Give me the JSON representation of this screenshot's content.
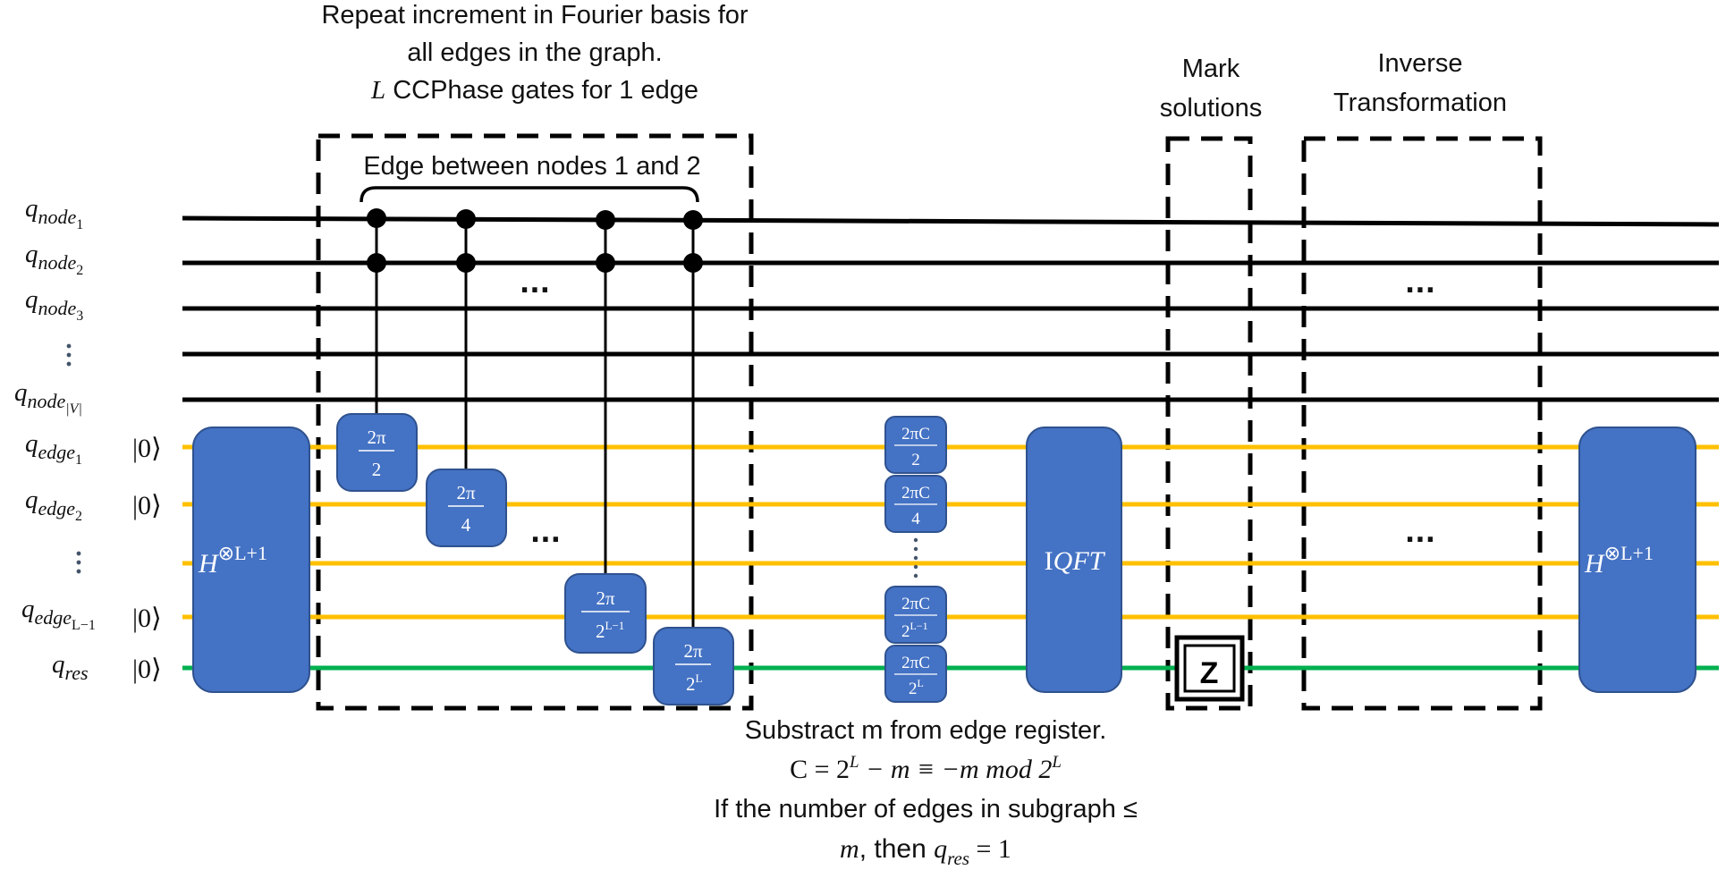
{
  "top_caption": {
    "line1": "Repeat increment in Fourier basis for",
    "line2": "all edges in the graph.",
    "line3_var": "L",
    "line3_rest": " CCPhase gates for 1 edge"
  },
  "edge_label": "Edge between nodes 1 and 2",
  "mark_label": {
    "line1": "Mark",
    "line2": "solutions"
  },
  "inverse_label": {
    "line1": "Inverse",
    "line2": "Transformation"
  },
  "qubits": {
    "node1": {
      "base": "q",
      "sub": "node",
      "subsub": "1"
    },
    "node2": {
      "base": "q",
      "sub": "node",
      "subsub": "2"
    },
    "node3": {
      "base": "q",
      "sub": "node",
      "subsub": "3"
    },
    "nodeV": {
      "base": "q",
      "sub": "node",
      "subsub": "|V|"
    },
    "edge1": {
      "base": "q",
      "sub": "edge",
      "subsub": "1"
    },
    "edge2": {
      "base": "q",
      "sub": "edge",
      "subsub": "2"
    },
    "edgeL1": {
      "base": "q",
      "sub": "edge",
      "subsub": "L−1"
    },
    "res": {
      "base": "q",
      "sub": "res"
    },
    "ket": "|0⟩"
  },
  "hadamard": {
    "base": "H",
    "exp": "⊗L+1"
  },
  "phase_gates": [
    {
      "num": "2π",
      "den": "2"
    },
    {
      "num": "2π",
      "den": "4"
    },
    {
      "num": "2π",
      "den": "2",
      "den_exp": "L−1"
    },
    {
      "num": "2π",
      "den": "2",
      "den_exp": "L"
    }
  ],
  "sub_gates": [
    {
      "num": "2πC",
      "den": "2"
    },
    {
      "num": "2πC",
      "den": "4"
    },
    {
      "num": "2πC",
      "den": "2",
      "den_exp": "L−1"
    },
    {
      "num": "2πC",
      "den": "2",
      "den_exp": "L"
    }
  ],
  "iqft": {
    "prefix": "I",
    "rest": "QFT"
  },
  "z_gate": "Z",
  "ellipsis": "...",
  "bottom_caption": {
    "line1": "Substract m from edge register.",
    "line2_a": "C = 2",
    "line2_exp1": "L",
    "line2_b": " − m ≡ −m mod 2",
    "line2_exp2": "L",
    "line3": "If the number of edges in subgraph ≤",
    "line4_a": "m",
    "line4_b": ", then ",
    "line4_q": "q",
    "line4_sub": "res",
    "line4_c": " = 1"
  },
  "colors": {
    "gate": "#4472C4",
    "gate_border": "#2F528F",
    "edge_wire": "#FFC000",
    "res_wire": "#00B050",
    "node_wire": "#000000"
  }
}
